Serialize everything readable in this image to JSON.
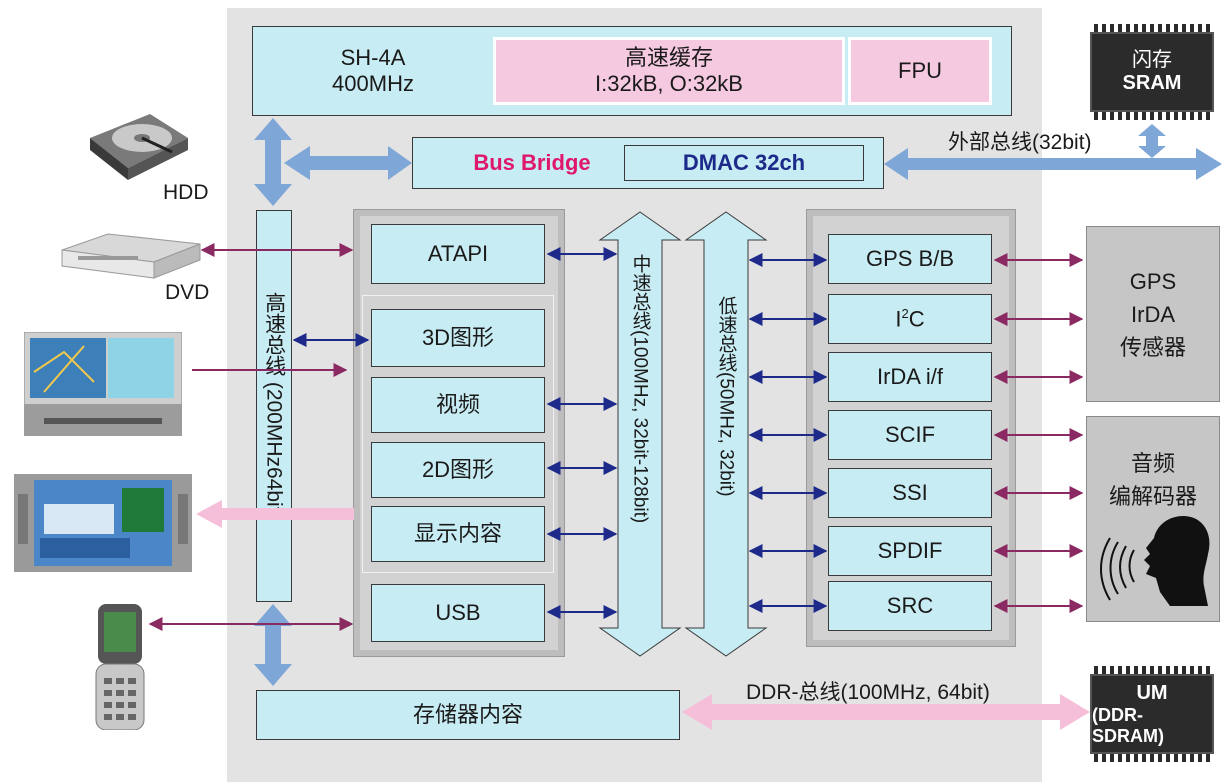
{
  "cpu": {
    "name": "SH-4A",
    "freq": "400MHz"
  },
  "cache": {
    "title": "高速缓存",
    "detail": "I:32kB, O:32kB"
  },
  "fpu": "FPU",
  "bus_bridge": "Bus Bridge",
  "dmac": "DMAC 32ch",
  "high_speed_bus": "高速总线 (200MHz64bit)",
  "mid_speed_bus": "中速总线(100MHz, 32bit-128bit)",
  "low_speed_bus": "低速总线(50MHz, 32bit)",
  "left_modules": [
    "ATAPI",
    "3D图形",
    "视频",
    "2D图形",
    "显示内容",
    "USB"
  ],
  "right_modules": [
    "GPS B/B",
    "I2C",
    "IrDA i/f",
    "SCIF",
    "SSI",
    "SPDIF",
    "SRC"
  ],
  "memory_controller": "存储器内容",
  "external_bus_label": "外部总线(32bit)",
  "ddr_bus_label": "DDR-总线(100MHz, 64bit)",
  "flash_chip": {
    "line1": "闪存",
    "line2": "SRAM"
  },
  "um_chip": {
    "line1": "UM",
    "line2": "(DDR-SDRAM)"
  },
  "gps_box": [
    "GPS",
    "IrDA",
    "传感器"
  ],
  "audio_box": [
    "音频",
    "编解码器"
  ],
  "device_labels": {
    "hdd": "HDD",
    "dvd": "DVD"
  },
  "colors": {
    "chip_bg": "#e3e3e3",
    "module": "#c8ecf3",
    "cache": "#f5c9e0",
    "bus_arrow": "#7ea6d6",
    "link_purple": "#8b2a62",
    "link_navy": "#1d2a8a",
    "ddr_arrow": "#f5bfd9",
    "bridge_text": "#e0186c"
  }
}
